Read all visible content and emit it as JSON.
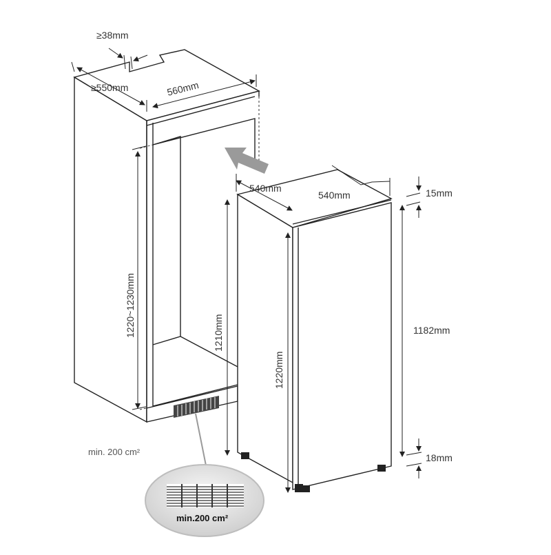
{
  "diagram": {
    "labels": {
      "niche_depth_gap": "≥38mm",
      "niche_depth": "≥550mm",
      "niche_width": "560mm",
      "niche_height": "1220~1230mm",
      "appliance_depth": "540mm",
      "appliance_width": "540mm",
      "top_gap": "15mm",
      "appliance_body_height": "1182mm",
      "bottom_gap": "18mm",
      "appliance_height_side": "1210mm",
      "appliance_height_front": "1220mm",
      "vent_area": "min. 200 cm²",
      "vent_zoom_label": "min.200 cm²"
    },
    "colors": {
      "line": "#222222",
      "arrow_fill": "#9a9a9a",
      "vent_fill": "#444444",
      "zoom_ellipse": "#e4e4e4"
    }
  }
}
